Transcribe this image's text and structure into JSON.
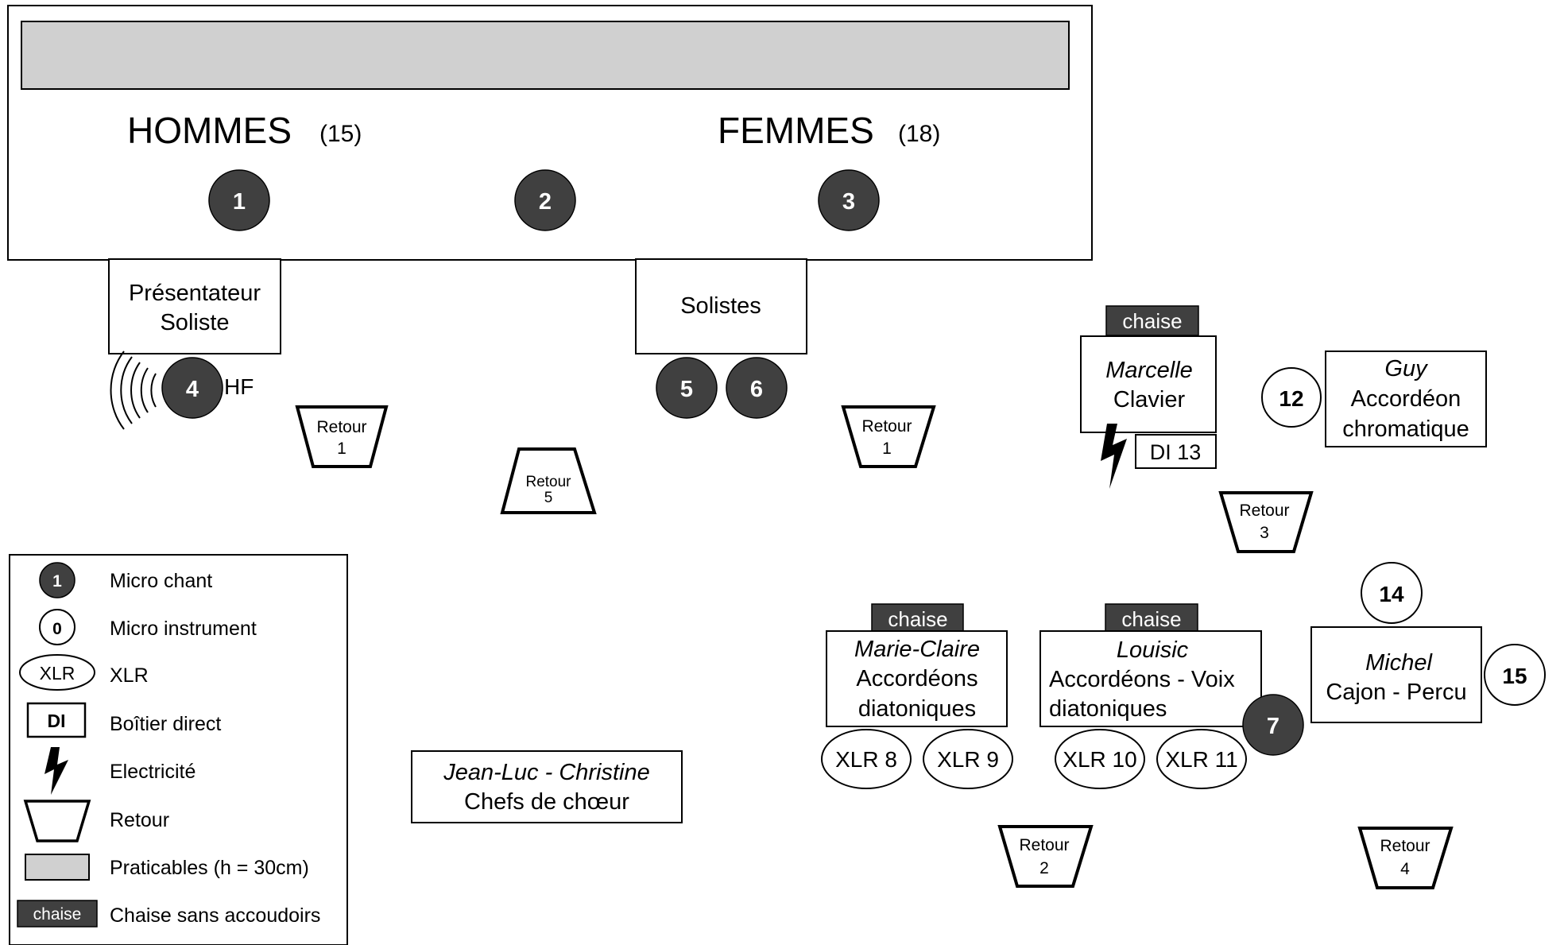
{
  "stage": {
    "hommes": {
      "label": "HOMMES",
      "count": "(15)"
    },
    "femmes": {
      "label": "FEMMES",
      "count": "(18)"
    },
    "mics": [
      "1",
      "2",
      "3"
    ]
  },
  "positions": {
    "presentateur": {
      "line1": "Présentateur",
      "line2": "Soliste",
      "mic": "4",
      "hf": "HF"
    },
    "solistes": {
      "label": "Solistes",
      "mics": [
        "5",
        "6"
      ]
    },
    "marcelle": {
      "name": "Marcelle",
      "role": "Clavier",
      "chair": "chaise",
      "di": "DI 13"
    },
    "guy": {
      "name": "Guy",
      "line1": "Accordéon",
      "line2": "chromatique",
      "mic": "12"
    },
    "marie_claire": {
      "name": "Marie-Claire",
      "line1": "Accordéons",
      "line2": "diatoniques",
      "chair": "chaise",
      "xlr": [
        "XLR 8",
        "XLR 9"
      ]
    },
    "louisic": {
      "name": "Louisic",
      "line1": "Accordéons - Voix",
      "line2": "diatoniques",
      "chair": "chaise",
      "xlr": [
        "XLR 10",
        "XLR 11"
      ],
      "mic": "7"
    },
    "michel": {
      "name": "Michel",
      "line1": "Cajon - Percu",
      "mics": [
        "14",
        "15"
      ]
    },
    "chefs": {
      "names": "Jean-Luc - Christine",
      "role": "Chefs de chœur"
    }
  },
  "retours": [
    {
      "label": "Retour",
      "num": "1"
    },
    {
      "label": "Retour",
      "num": "5"
    },
    {
      "label": "Retour",
      "num": "1"
    },
    {
      "label": "Retour",
      "num": "3"
    },
    {
      "label": "Retour",
      "num": "2"
    },
    {
      "label": "Retour",
      "num": "4"
    }
  ],
  "legend": {
    "items": [
      {
        "symbol": "1",
        "label": "Micro chant"
      },
      {
        "symbol": "0",
        "label": "Micro instrument"
      },
      {
        "symbol": "XLR",
        "label": "XLR"
      },
      {
        "symbol": "DI",
        "label": "Boîtier direct"
      },
      {
        "symbol": "",
        "label": "Electricité"
      },
      {
        "symbol": "",
        "label": "Retour"
      },
      {
        "symbol": "",
        "label": "Praticables (h = 30cm)"
      },
      {
        "symbol": "chaise",
        "label": "Chaise sans accoudoirs"
      }
    ]
  },
  "colors": {
    "vocal_mic": "#404040",
    "chair": "#404040",
    "riser": "#d0d0d0",
    "stroke": "#000000"
  }
}
